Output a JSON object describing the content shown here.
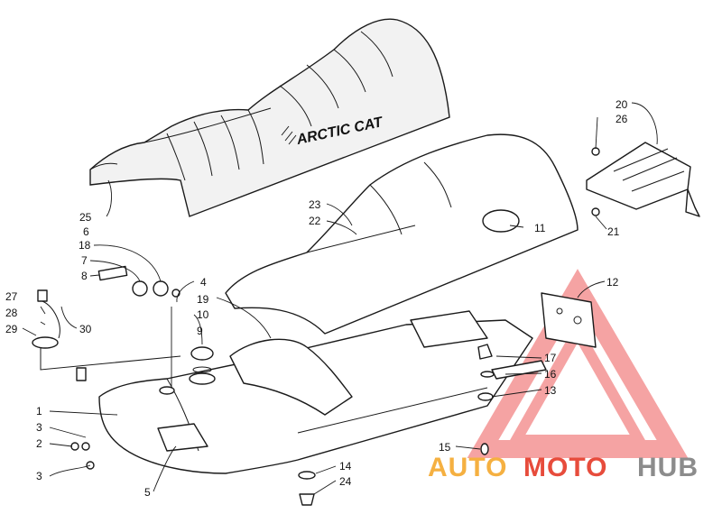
{
  "brand_text": "ARCTIC CAT",
  "watermark": {
    "part1": "AUTO",
    "part2": "MOTO",
    "part3": "HUB",
    "color_orange": "#f5b041",
    "color_red": "#e74c3c",
    "color_gray": "#8c8c8c",
    "triangle_color": "#f5a3a3"
  },
  "callouts": [
    {
      "id": "c20",
      "label": "20"
    },
    {
      "id": "c26",
      "label": "26"
    },
    {
      "id": "c21",
      "label": "21"
    },
    {
      "id": "c25",
      "label": "25"
    },
    {
      "id": "c6",
      "label": "6"
    },
    {
      "id": "c23",
      "label": "23"
    },
    {
      "id": "c22",
      "label": "22"
    },
    {
      "id": "c11",
      "label": "11"
    },
    {
      "id": "c18",
      "label": "18"
    },
    {
      "id": "c7",
      "label": "7"
    },
    {
      "id": "c8",
      "label": "8"
    },
    {
      "id": "c4",
      "label": "4"
    },
    {
      "id": "c19",
      "label": "19"
    },
    {
      "id": "c10",
      "label": "10"
    },
    {
      "id": "c9",
      "label": "9"
    },
    {
      "id": "c27",
      "label": "27"
    },
    {
      "id": "c28",
      "label": "28"
    },
    {
      "id": "c29",
      "label": "29"
    },
    {
      "id": "c30",
      "label": "30"
    },
    {
      "id": "c12",
      "label": "12"
    },
    {
      "id": "c17",
      "label": "17"
    },
    {
      "id": "c16",
      "label": "16"
    },
    {
      "id": "c13",
      "label": "13"
    },
    {
      "id": "c1",
      "label": "1"
    },
    {
      "id": "c3a",
      "label": "3"
    },
    {
      "id": "c2",
      "label": "2"
    },
    {
      "id": "c3b",
      "label": "3"
    },
    {
      "id": "c5",
      "label": "5"
    },
    {
      "id": "c15",
      "label": "15"
    },
    {
      "id": "c14",
      "label": "14"
    },
    {
      "id": "c24",
      "label": "24"
    }
  ]
}
